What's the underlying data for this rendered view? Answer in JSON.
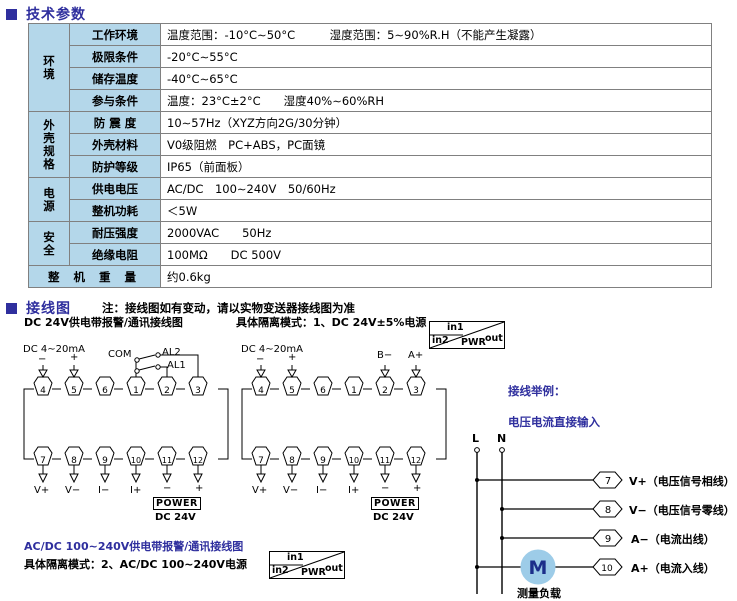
{
  "sections": {
    "spec": {
      "bullet": "■",
      "title": "技术参数"
    },
    "wiring": {
      "bullet": "■",
      "title": "接线图",
      "note": "注：接线图如有变动，请以实物变送器接线图为准"
    }
  },
  "spec_table": {
    "rows": [
      {
        "group": "环境",
        "group_rowspan": 4,
        "sub": "工作环境",
        "value": "温度范围：-10°C∼50°C　　　湿度范围：5∼90%R.H（不能产生凝露）"
      },
      {
        "sub": "极限条件",
        "value": "-20°C∼55°C"
      },
      {
        "sub": "储存温度",
        "value": "-40°C∼65°C"
      },
      {
        "sub": "参与条件",
        "value": "温度：23°C±2°C　　湿度40%∼60%RH"
      },
      {
        "group": "外壳规格",
        "group_rowspan": 3,
        "sub": "防 震 度",
        "value": "10∼57Hz（XYZ方向2G/30分钟）"
      },
      {
        "sub": "外壳材料",
        "value": "V0级阻燃　PC+ABS，PC面镜"
      },
      {
        "sub": "防护等级",
        "value": "IP65（前面板）"
      },
      {
        "group": "电源",
        "group_rowspan": 2,
        "sub": "供电电压",
        "value": "AC/DC　100∼240V　50/60Hz"
      },
      {
        "sub": "整机功耗",
        "value": "＜5W"
      },
      {
        "group": "安全",
        "group_rowspan": 2,
        "sub": "耐压强度",
        "value": "2000VAC　　50Hz"
      },
      {
        "sub": "绝缘电阻",
        "value": "100MΩ　　DC 500V"
      }
    ],
    "last_row": {
      "label": "整 机 重 量",
      "value": "约0.6kg"
    }
  },
  "diagram_left": {
    "caption": "DC 24V供电带报警/通讯接线图",
    "top_terminals": [
      "4",
      "5",
      "6",
      "1",
      "2",
      "3"
    ],
    "bottom_terminals": [
      "7",
      "8",
      "9",
      "10",
      "11",
      "12"
    ],
    "top_labels": {
      "dc": "DC  4∼20mA",
      "minus": "−",
      "plus": "+"
    },
    "relay": {
      "com": "COM",
      "al1": "AL1",
      "al2": "AL2"
    },
    "bottom_labels": [
      "V+",
      "V−",
      "I−",
      "I+",
      "−",
      "+"
    ],
    "power": {
      "title": "POWER",
      "sub": "DC 24V"
    }
  },
  "diagram_right": {
    "top_terminals": [
      "4",
      "5",
      "6",
      "1",
      "2",
      "3"
    ],
    "bottom_terminals": [
      "7",
      "8",
      "9",
      "10",
      "11",
      "12"
    ],
    "top_labels": {
      "dc": "DC  4∼20mA",
      "minus": "−",
      "plus": "+"
    },
    "comm": {
      "b": "B−",
      "a": "A+"
    },
    "bottom_labels": [
      "V+",
      "V−",
      "I−",
      "I+",
      "−",
      "+"
    ],
    "power": {
      "title": "POWER",
      "sub": "DC 24V"
    }
  },
  "isolation_1": {
    "text": "具体隔离模式：1、DC  24V±5%电源",
    "box": {
      "in1": "in1",
      "in2": "in2",
      "out": "out",
      "pwr": "PWR"
    }
  },
  "isolation_2": {
    "caption": "AC/DC  100∼240V供电带报警/通讯接线图",
    "text": "具体隔离模式：2、AC/DC  100∼240V电源",
    "box": {
      "in1": "in1",
      "in2": "in2",
      "out": "out",
      "pwr": "PWR"
    }
  },
  "example": {
    "title": "接线举例：",
    "subtitle": "电压电流直接输入",
    "rails": {
      "l": "L",
      "n": "N"
    },
    "motor": {
      "symbol": "M",
      "label": "测量负载"
    },
    "terminals": [
      {
        "num": "7",
        "label": "V+（电压信号相线）"
      },
      {
        "num": "8",
        "label": "V−（电压信号零线）"
      },
      {
        "num": "9",
        "label": "A−（电流出线）"
      },
      {
        "num": "10",
        "label": "A+（电流入线）"
      }
    ]
  },
  "colors": {
    "accent": "#2f2f9e",
    "header_cell": "#b4d7ea",
    "motor": "#9dcce8",
    "border": "#808080"
  }
}
